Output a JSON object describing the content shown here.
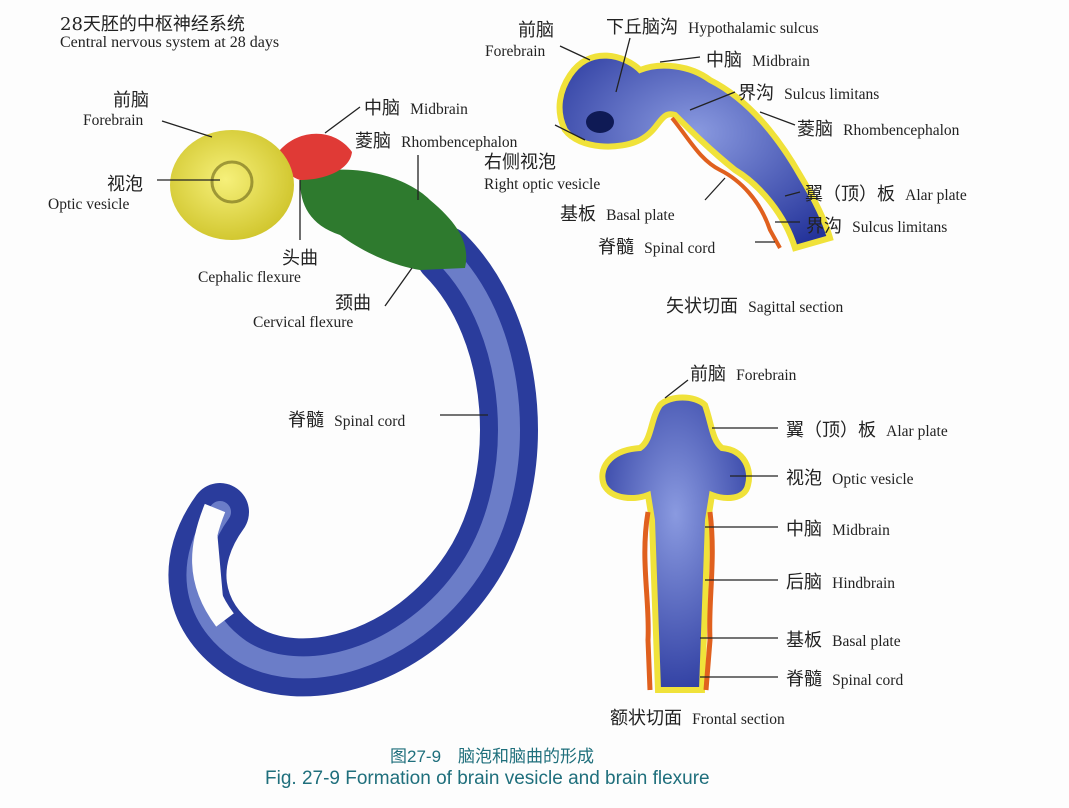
{
  "title": {
    "cn": "28天胚的中枢神经系统",
    "en": "Central nervous system at 28 days"
  },
  "embryo_labels": {
    "forebrain": {
      "cn": "前脑",
      "en": "Forebrain"
    },
    "optic_vesicle": {
      "cn": "视泡",
      "en": "Optic vesicle"
    },
    "midbrain": {
      "cn": "中脑",
      "en": "Midbrain"
    },
    "rhombencephalon": {
      "cn": "菱脑",
      "en": "Rhombencephalon"
    },
    "cephalic_flexure": {
      "cn": "头曲",
      "en": "Cephalic flexure"
    },
    "cervical_flexure": {
      "cn": "颈曲",
      "en": "Cervical flexure"
    },
    "spinal_cord": {
      "cn": "脊髓",
      "en": "Spinal cord"
    }
  },
  "sagittal": {
    "title": {
      "cn": "矢状切面",
      "en": "Sagittal section"
    },
    "forebrain": {
      "cn": "前脑",
      "en": "Forebrain"
    },
    "hypothalamic_sulcus": {
      "cn": "下丘脑沟",
      "en": "Hypothalamic sulcus"
    },
    "midbrain": {
      "cn": "中脑",
      "en": "Midbrain"
    },
    "sulcus_limitans_1": {
      "cn": "界沟",
      "en": "Sulcus limitans"
    },
    "rhombencephalon": {
      "cn": "菱脑",
      "en": "Rhombencephalon"
    },
    "right_optic_vesicle": {
      "cn": "右侧视泡",
      "en": "Right optic vesicle"
    },
    "basal_plate": {
      "cn": "基板",
      "en": "Basal plate"
    },
    "alar_plate": {
      "cn": "翼（顶）板",
      "en": "Alar plate"
    },
    "sulcus_limitans_2": {
      "cn": "界沟",
      "en": "Sulcus limitans"
    },
    "spinal_cord": {
      "cn": "脊髓",
      "en": "Spinal cord"
    }
  },
  "frontal": {
    "title": {
      "cn": "额状切面",
      "en": "Frontal section"
    },
    "forebrain": {
      "cn": "前脑",
      "en": "Forebrain"
    },
    "alar_plate": {
      "cn": "翼（顶）板",
      "en": "Alar plate"
    },
    "optic_vesicle": {
      "cn": "视泡",
      "en": "Optic vesicle"
    },
    "midbrain": {
      "cn": "中脑",
      "en": "Midbrain"
    },
    "hindbrain": {
      "cn": "后脑",
      "en": "Hindbrain"
    },
    "basal_plate": {
      "cn": "基板",
      "en": "Basal plate"
    },
    "spinal_cord": {
      "cn": "脊髓",
      "en": "Spinal cord"
    }
  },
  "caption": {
    "cn": "图27-9　脑泡和脑曲的形成",
    "en": "Fig. 27-9  Formation of brain vesicle and brain flexure"
  },
  "colors": {
    "forebrain": "#e8e04a",
    "midbrain": "#e03a36",
    "hindbrain": "#2e7a2e",
    "cord": "#3a52b8",
    "basal": "#e0601e",
    "caption": "#1f6f7c"
  }
}
